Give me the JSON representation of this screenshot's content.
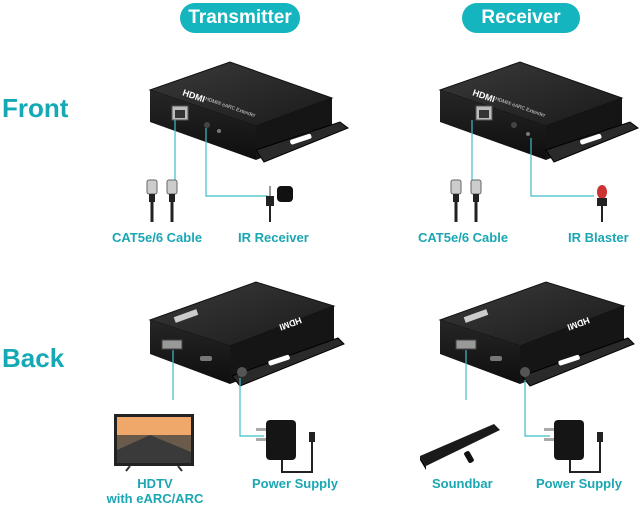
{
  "headers": {
    "transmitter": "Transmitter",
    "receiver": "Receiver"
  },
  "rows": {
    "front": "Front",
    "back": "Back"
  },
  "device": {
    "brand": "HDMI",
    "model_text": "HDMI® eARC Extender"
  },
  "captions": {
    "tx_front_cable": "CAT5e/6 Cable",
    "tx_front_ir": "IR Receiver",
    "rx_front_cable": "CAT5e/6 Cable",
    "rx_front_ir": "IR Blaster",
    "tx_back_tv_line1": "HDTV",
    "tx_back_tv_line2": "with eARC/ARC",
    "tx_back_power": "Power Supply",
    "rx_back_soundbar": "Soundbar",
    "rx_back_power": "Power Supply"
  },
  "colors": {
    "accent": "#15b5c0",
    "caption": "#1aa7b3",
    "leader": "#3dbfc8",
    "device": "#1c1c1c"
  }
}
